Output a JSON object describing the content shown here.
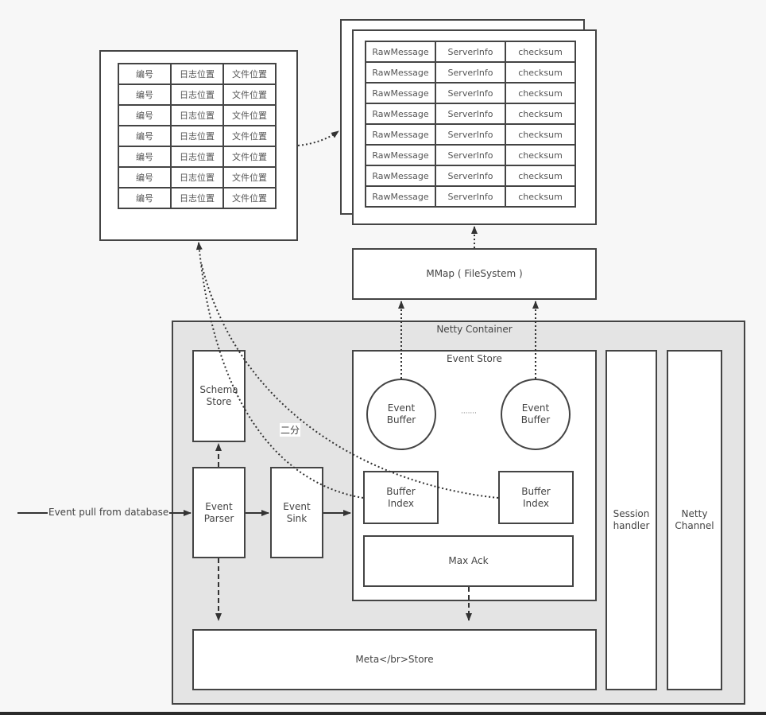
{
  "left_table": {
    "rows": [
      [
        "编号",
        "日志位置",
        "文件位置"
      ],
      [
        "编号",
        "日志位置",
        "文件位置"
      ],
      [
        "编号",
        "日志位置",
        "文件位置"
      ],
      [
        "编号",
        "日志位置",
        "文件位置"
      ],
      [
        "编号",
        "日志位置",
        "文件位置"
      ],
      [
        "编号",
        "日志位置",
        "文件位置"
      ],
      [
        "编号",
        "日志位置",
        "文件位置"
      ]
    ]
  },
  "right_table": {
    "rows": [
      [
        "RawMessage",
        "ServerInfo",
        "checksum"
      ],
      [
        "RawMessage",
        "ServerInfo",
        "checksum"
      ],
      [
        "RawMessage",
        "ServerInfo",
        "checksum"
      ],
      [
        "RawMessage",
        "ServerInfo",
        "checksum"
      ],
      [
        "RawMessage",
        "ServerInfo",
        "checksum"
      ],
      [
        "RawMessage",
        "ServerInfo",
        "checksum"
      ],
      [
        "RawMessage",
        "ServerInfo",
        "checksum"
      ],
      [
        "RawMessage",
        "ServerInfo",
        "checksum"
      ]
    ]
  },
  "mmap": {
    "label": "MMap ( FileSystem )"
  },
  "netty_container": {
    "label": "Netty Container"
  },
  "schema_store": {
    "label": "Schema\nStore"
  },
  "event_parser": {
    "label": "Event\nParser"
  },
  "event_sink": {
    "label": "Event\nSink"
  },
  "event_store": {
    "label": "Event Store",
    "buffers": [
      {
        "label": "Event\nBuffer"
      },
      {
        "label": "Event\nBuffer"
      }
    ],
    "ellipsis": "·······",
    "indexes": [
      {
        "label": "Buffer\nIndex"
      },
      {
        "label": "Buffer\nIndex"
      }
    ],
    "max_ack": "Max Ack"
  },
  "session_handler": {
    "label": "Session\nhandler"
  },
  "netty_channel": {
    "label": "Netty\nChannel"
  },
  "meta_store": {
    "label": "Meta</br>Store"
  },
  "input_label": "Event pull from database",
  "binary_search_label": "二分",
  "colors": {
    "container_bg": "#e4e4e4",
    "stroke": "#444444",
    "box_bg": "#ffffff"
  }
}
